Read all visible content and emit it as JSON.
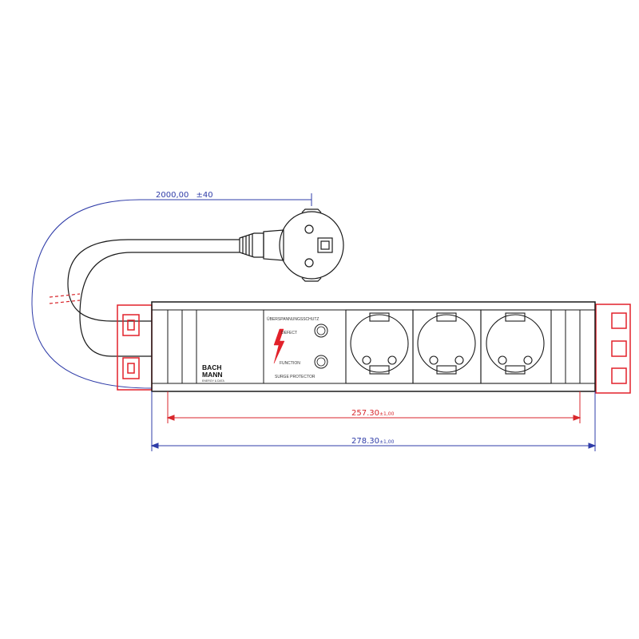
{
  "dimensions": {
    "cable_length": {
      "value": "2000,00",
      "tolerance": "±40"
    },
    "inner_length": {
      "value": "257.30",
      "tolerance": "±1,00"
    },
    "overall_length": {
      "value": "278.30",
      "tolerance": "±1,00"
    }
  },
  "module": {
    "title": "ÜBERSPANNUNGSSCHUTZ",
    "defect_label": "DEFECT",
    "function_label": "FUNCTION",
    "surge_label": "SURGE PROTECTOR"
  },
  "brand": {
    "line1": "BACH",
    "line2": "MANN",
    "tagline": "ENERGY & DATA"
  },
  "sockets": {
    "count": 3,
    "type": "schuko"
  },
  "colors": {
    "outline": "#1a1a1a",
    "dimension_blue": "#2f3ca8",
    "dimension_red": "#d8262b",
    "bracket_red": "#e2212a",
    "lightning": "#e2212a"
  }
}
